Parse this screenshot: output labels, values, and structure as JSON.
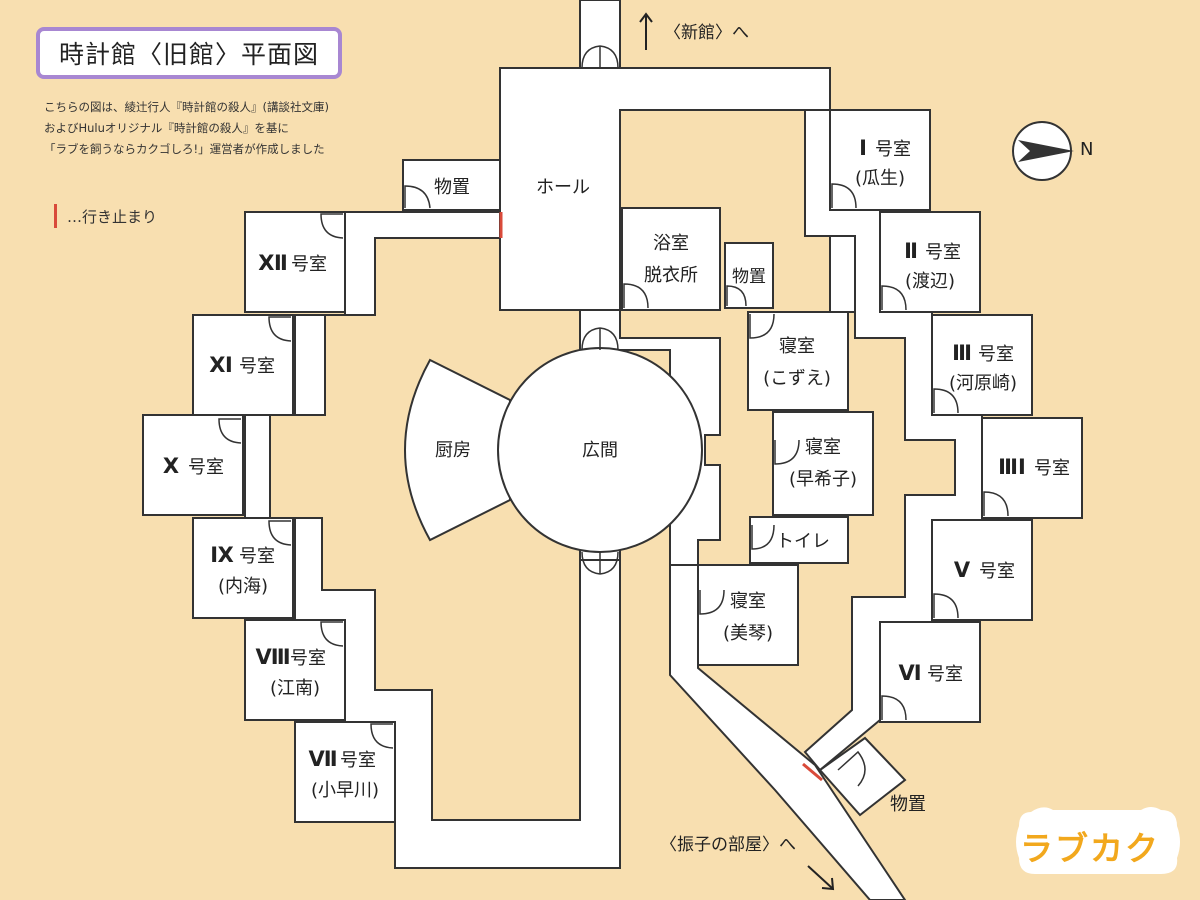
{
  "title": "時計館〈旧館〉平面図",
  "credit_lines": [
    "こちらの図は、綾辻行人『時計館の殺人』(講談社文庫)",
    "およびHuluオリジナル『時計館の殺人』を基に",
    "「ラブを飼うならカクゴしろ!」運営者が作成しました"
  ],
  "legend": {
    "text": "…行き止まり",
    "color": "#d94a3a"
  },
  "directions": {
    "new_wing": "〈新館〉へ",
    "pendulum_room": "〈振子の部屋〉へ"
  },
  "compass": {
    "label": "N"
  },
  "logo": {
    "text": "ラブカク"
  },
  "rooms": {
    "hall": "ホール",
    "storage_top": "物置",
    "bath_line1": "浴室",
    "bath_line2": "脱衣所",
    "storage_mid": "物置",
    "kitchen": "厨房",
    "salon": "広間",
    "bed_kozue_line1": "寝室",
    "bed_kozue_line2": "(こずえ)",
    "bed_sakiko_line1": "寝室",
    "bed_sakiko_line2": "(早希子)",
    "toilet": "トイレ",
    "bed_mikoto_line1": "寝室",
    "bed_mikoto_line2": "(美琴)",
    "storage_bottom": "物置",
    "r1_num": "Ⅰ",
    "r1_suffix": "号室",
    "r1_name": "(瓜生)",
    "r2_num": "Ⅱ",
    "r2_suffix": "号室",
    "r2_name": "(渡辺)",
    "r3_num": "Ⅲ",
    "r3_suffix": "号室",
    "r3_name": "(河原崎)",
    "r4_num": "ⅢⅠ",
    "r4_suffix": "号室",
    "r5_num": "Ⅴ",
    "r5_suffix": "号室",
    "r6_num": "Ⅵ",
    "r6_suffix": "号室",
    "r7_num": "Ⅶ",
    "r7_suffix": "号室",
    "r7_name": "(小早川)",
    "r8_num": "Ⅷ",
    "r8_suffix": "号室",
    "r8_name": "(江南)",
    "r9_num": "Ⅸ",
    "r9_suffix": "号室",
    "r9_name": "(内海)",
    "r10_num": "Ⅹ",
    "r10_suffix": "号室",
    "r11_num": "Ⅺ",
    "r11_suffix": "号室",
    "r12_num": "Ⅻ",
    "r12_suffix": "号室"
  },
  "colors": {
    "background": "#f8dfb0",
    "floor": "#ffffff",
    "wall": "#333333",
    "dead_end": "#d94a3a",
    "title_border": "#a887d2",
    "logo": "#f2a81d"
  }
}
